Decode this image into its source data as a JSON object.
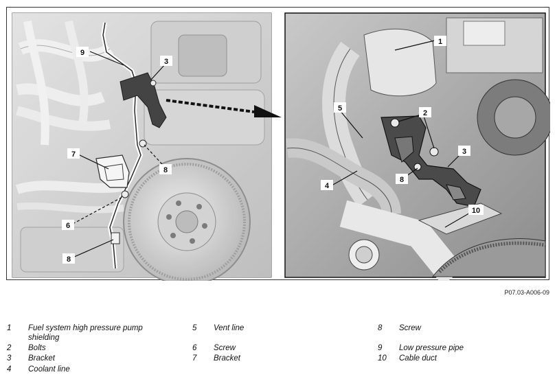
{
  "figure": {
    "reference": "P07.03-A006-09",
    "callouts": {
      "left": [
        "9",
        "3",
        "7",
        "8",
        "6",
        "8"
      ],
      "right": [
        "1",
        "2",
        "5",
        "3",
        "4",
        "8",
        "10"
      ]
    }
  },
  "legend": [
    {
      "num": "1",
      "text": "Fuel system high pressure pump shielding"
    },
    {
      "num": "2",
      "text": "Bolts"
    },
    {
      "num": "3",
      "text": "Bracket"
    },
    {
      "num": "4",
      "text": "Coolant line"
    },
    {
      "num": "5",
      "text": "Vent line"
    },
    {
      "num": "6",
      "text": "Screw"
    },
    {
      "num": "7",
      "text": "Bracket"
    },
    {
      "num": "8",
      "text": "Screw"
    },
    {
      "num": "9",
      "text": "Low pressure pipe"
    },
    {
      "num": "10",
      "text": "Cable duct"
    }
  ]
}
